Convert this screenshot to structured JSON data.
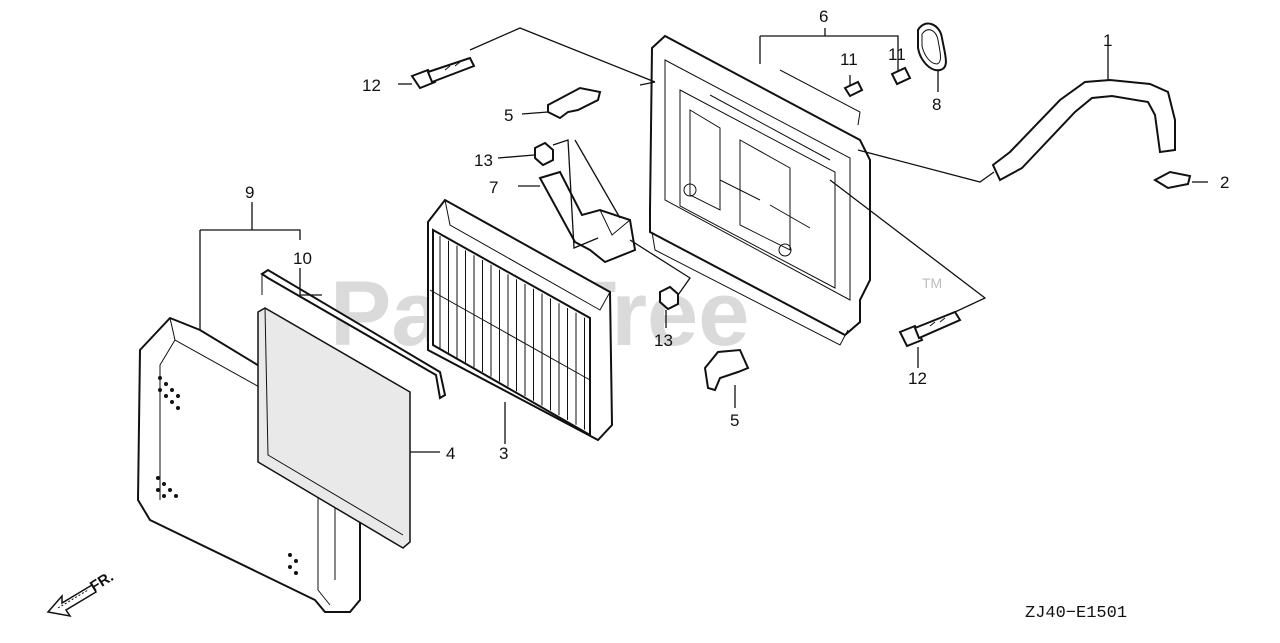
{
  "watermark": {
    "text": "PartsTree",
    "tm": "TM"
  },
  "drawing_code": "ZJ40−E1501",
  "direction_label": "FR.",
  "callouts": {
    "p1": "1",
    "p2": "2",
    "p3": "3",
    "p4": "4",
    "p5a": "5",
    "p5b": "5",
    "p6": "6",
    "p7": "7",
    "p8": "8",
    "p9": "9",
    "p10": "10",
    "p11a": "11",
    "p11b": "11",
    "p12a": "12",
    "p12b": "12",
    "p13a": "13",
    "p13b": "13"
  }
}
